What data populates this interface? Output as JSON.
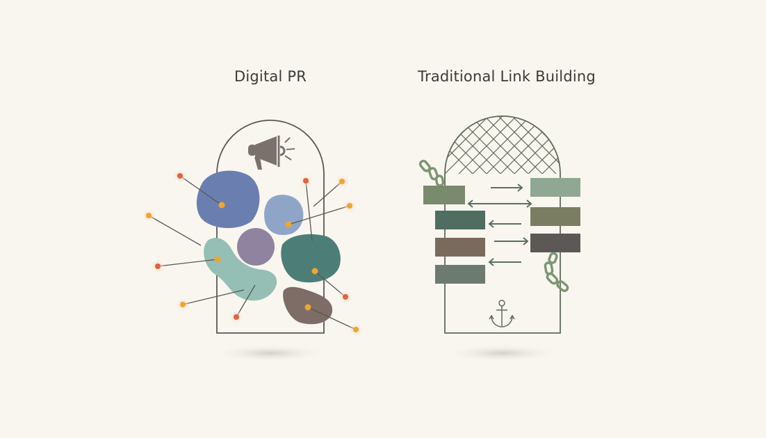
{
  "panels": {
    "left": {
      "title": "Digital PR",
      "icon": "megaphone-icon",
      "container_stroke": "#5a5654",
      "blobs": [
        {
          "name": "blob-blue-large",
          "color": "#6a7fb0"
        },
        {
          "name": "blob-blue-light",
          "color": "#8fa5c8"
        },
        {
          "name": "blob-purple",
          "color": "#8f839f"
        },
        {
          "name": "blob-teal-light",
          "color": "#95bfb5"
        },
        {
          "name": "blob-teal-dark",
          "color": "#4d7d77"
        },
        {
          "name": "blob-brown",
          "color": "#7d6d66"
        }
      ],
      "node_colors": {
        "orange": "#f1a52c",
        "red": "#e1623f",
        "glow": "#f8dcc8"
      }
    },
    "right": {
      "title": "Traditional Link Building",
      "icons": [
        "net-icon",
        "chain-icon",
        "anchor-icon",
        "arrow-icon"
      ],
      "container_stroke": "#5e6a59",
      "left_blocks": [
        {
          "color": "#7a8a6c"
        },
        {
          "color": "#4f6d60"
        },
        {
          "color": "#7a6a5d"
        },
        {
          "color": "#6d7a70"
        }
      ],
      "right_blocks": [
        {
          "color": "#8fa793"
        },
        {
          "color": "#7b7d62"
        },
        {
          "color": "#5c5856"
        }
      ],
      "arrow_color": "#5c6f58"
    }
  }
}
